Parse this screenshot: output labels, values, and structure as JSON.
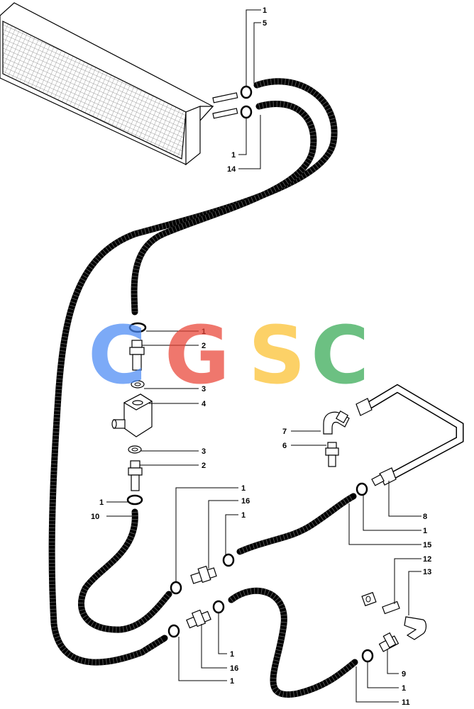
{
  "watermark": {
    "letters": [
      "C",
      "G",
      "S",
      "C"
    ],
    "colors": [
      "#4a8af4",
      "#ea4335",
      "#fbc02d",
      "#34a853"
    ]
  },
  "callouts": [
    {
      "id": "c1a",
      "text": "1"
    },
    {
      "id": "c5",
      "text": "5"
    },
    {
      "id": "c1b",
      "text": "1"
    },
    {
      "id": "c14",
      "text": "14"
    },
    {
      "id": "c1c",
      "text": "1"
    },
    {
      "id": "c2a",
      "text": "2"
    },
    {
      "id": "c3a",
      "text": "3"
    },
    {
      "id": "c4",
      "text": "4"
    },
    {
      "id": "c7",
      "text": "7"
    },
    {
      "id": "c6",
      "text": "6"
    },
    {
      "id": "c3b",
      "text": "3"
    },
    {
      "id": "c2b",
      "text": "2"
    },
    {
      "id": "c1d",
      "text": "1"
    },
    {
      "id": "c10",
      "text": "10"
    },
    {
      "id": "c1e",
      "text": "1"
    },
    {
      "id": "c16a",
      "text": "16"
    },
    {
      "id": "c1f",
      "text": "1"
    },
    {
      "id": "c8",
      "text": "8"
    },
    {
      "id": "c1g",
      "text": "1"
    },
    {
      "id": "c15",
      "text": "15"
    },
    {
      "id": "c12",
      "text": "12"
    },
    {
      "id": "c13",
      "text": "13"
    },
    {
      "id": "c1h",
      "text": "1"
    },
    {
      "id": "c16b",
      "text": "16"
    },
    {
      "id": "c1i",
      "text": "1"
    },
    {
      "id": "c9",
      "text": "9"
    },
    {
      "id": "c1j",
      "text": "1"
    },
    {
      "id": "c11",
      "text": "11"
    }
  ]
}
